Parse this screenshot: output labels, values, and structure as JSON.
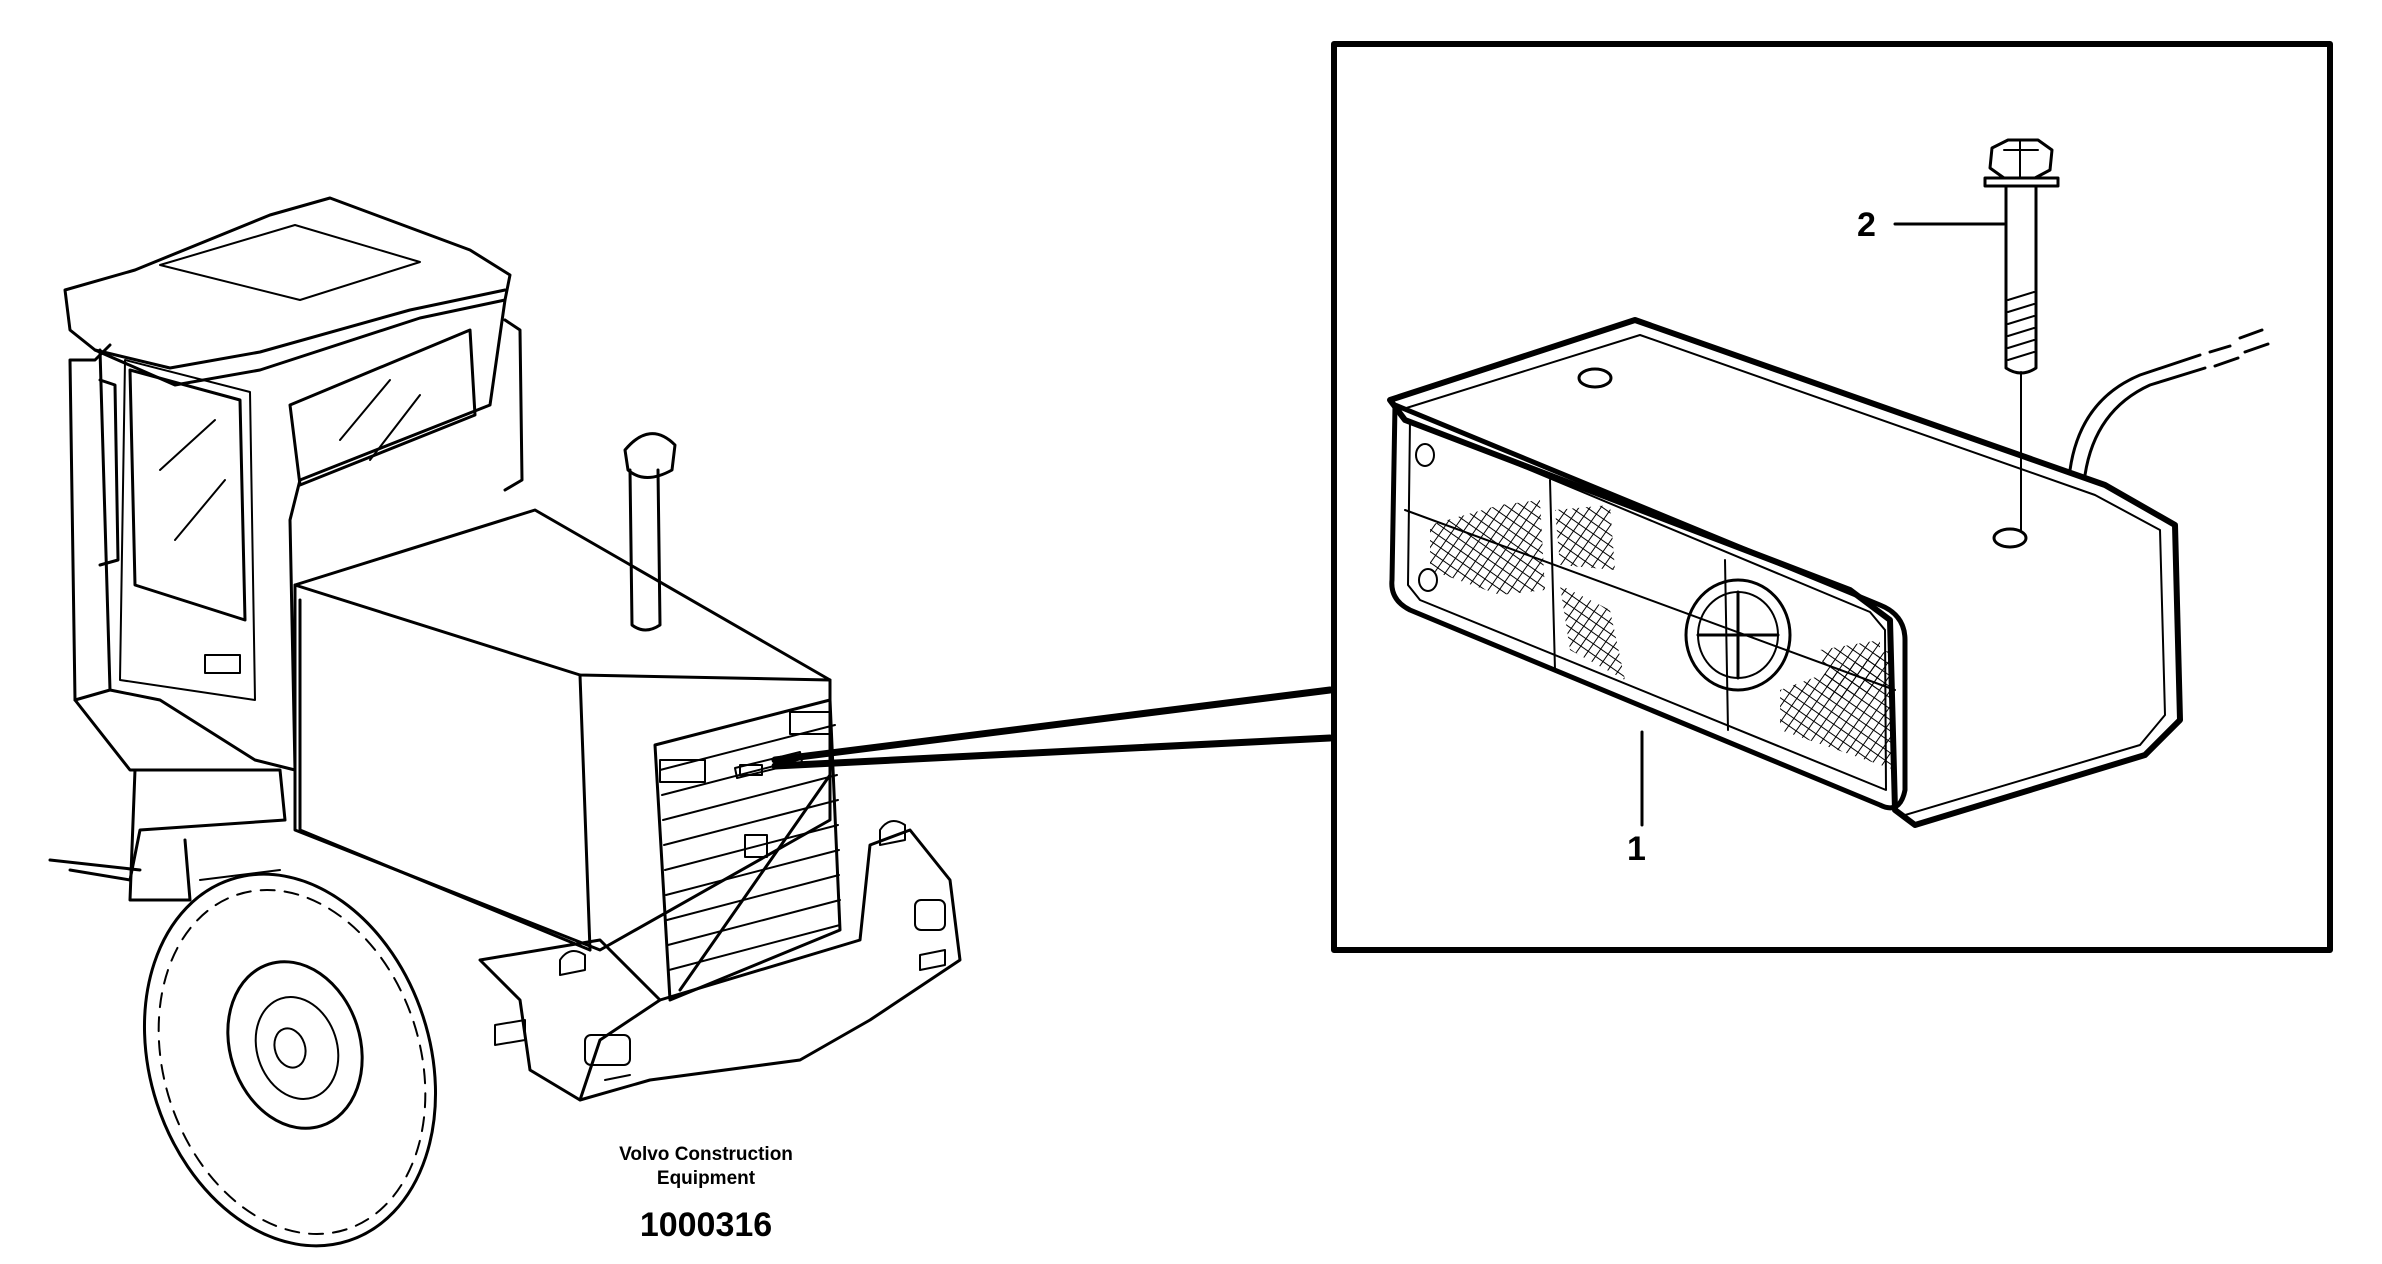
{
  "callouts": {
    "part_1": "1",
    "part_2": "2"
  },
  "footer": {
    "maker_line1": "Volvo Construction",
    "maker_line2": "Equipment",
    "reference": "1000316"
  },
  "colors": {
    "ink": "#000000",
    "paper": "#ffffff"
  }
}
